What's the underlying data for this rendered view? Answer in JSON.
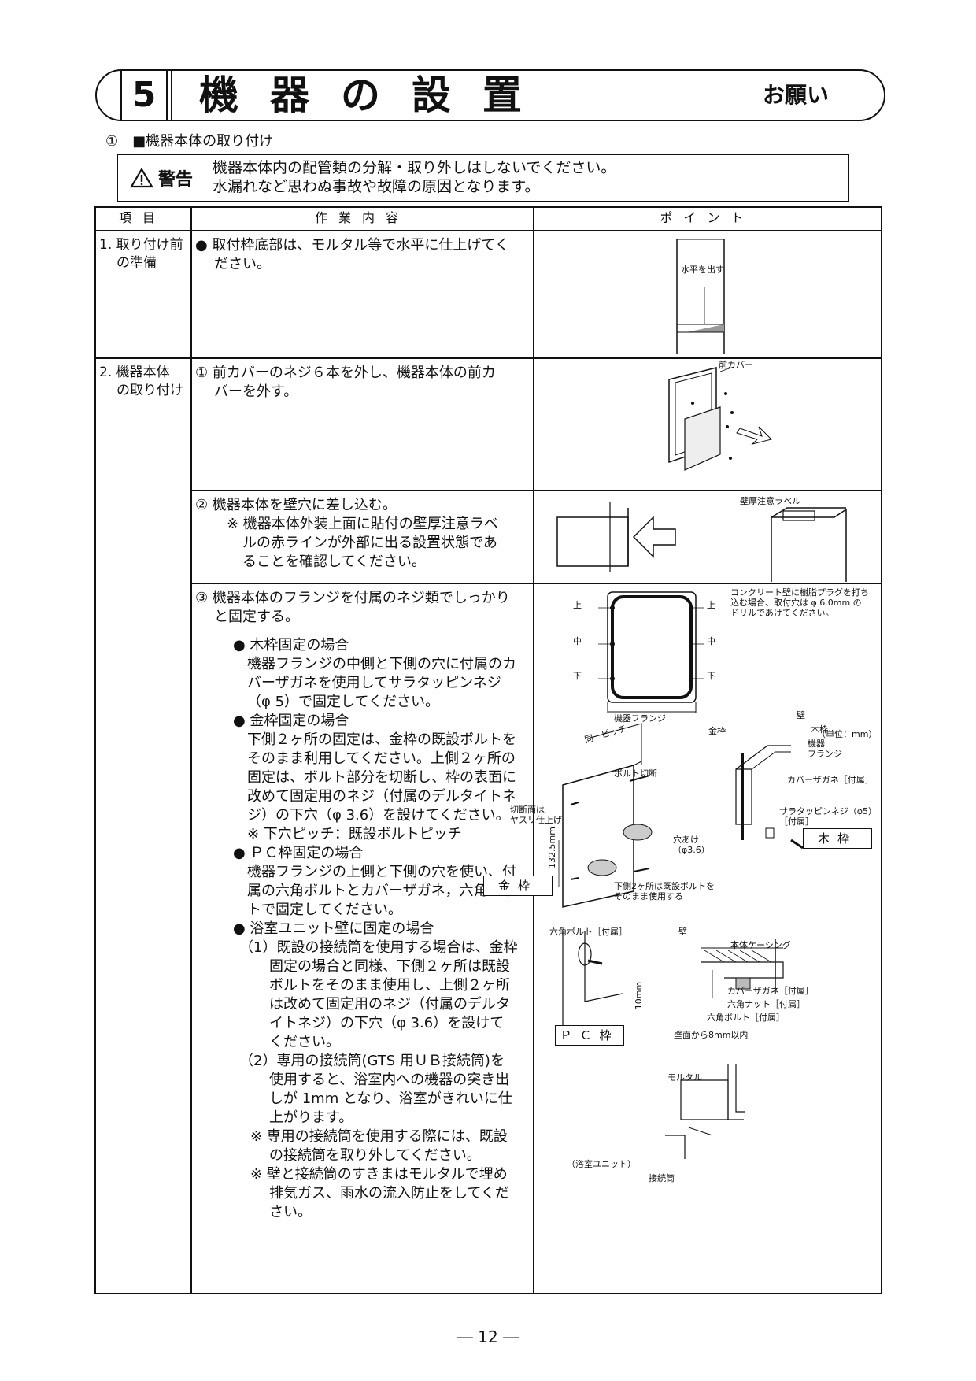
{
  "header": {
    "section_number": "5",
    "title": "機器の設置",
    "note": "お願い"
  },
  "subheading": "①　■機器本体の取り付け",
  "warning": {
    "label": "警告",
    "line1": "機器本体内の配管類の分解・取り外しはしないでください。",
    "line2": "水漏れなど思わぬ事故や故障の原因となります。"
  },
  "table_header": {
    "item": "項目",
    "work": "作業内容",
    "point": "ポイント"
  },
  "rows": {
    "r1": {
      "item_l1": "1. 取り付け前",
      "item_l2": "の準備",
      "work_l1": "● 取付枠底部は、モルタル等で水平に仕上げてく",
      "work_l2": "ださい。",
      "fig_label": "水平を出す"
    },
    "r2": {
      "item_l1": "2. 機器本体",
      "item_l2": "の取り付け",
      "step1_l1": "① 前カバーのネジ６本を外し、機器本体の前カ",
      "step1_l2": "バーを外す。",
      "step1_fig_label": "前カバー",
      "step2_l1": "② 機器本体を壁穴に差し込む。",
      "step2_n1": "※ 機器本体外装上面に貼付の壁厚注意ラベ",
      "step2_n2": "ルの赤ラインが外部に出る設置状態であ",
      "step2_n3": "ることを確認してください。",
      "step2_fig_label": "壁厚注意ラベル",
      "step3": {
        "l1": "③ 機器本体のフランジを付属のネジ類でしっかり",
        "l2": "と固定する。",
        "wood_h": "● 木枠固定の場合",
        "wood_1": "機器フランジの中側と下側の穴に付属のカ",
        "wood_2": "バーザガネを使用してサラタッピンネジ",
        "wood_3": "（φ 5）で固定してください。",
        "metal_h": "● 金枠固定の場合",
        "metal_1": "下側２ヶ所の固定は、金枠の既設ボルトを",
        "metal_2": "そのまま利用してください。上側２ヶ所の",
        "metal_3": "固定は、ボルト部分を切断し、枠の表面に",
        "metal_4": "改めて固定用のネジ（付属のデルタイトネ",
        "metal_5": "ジ）の下穴（φ 3.6）を設けてください。",
        "metal_6": "※ 下穴ピッチ：既設ボルトピッチ",
        "pc_h": "● ＰＣ枠固定の場合",
        "pc_1": "機器フランジの上側と下側の穴を使い、付",
        "pc_2": "属の六角ボルトとカバーザガネ，六角ナッ",
        "pc_3": "トで固定してください。",
        "bath_h": "● 浴室ユニット壁に固定の場合",
        "bath1_1": "（1）既設の接続筒を使用する場合は、金枠",
        "bath1_2": "固定の場合と同様、下側２ヶ所は既設",
        "bath1_3": "ボルトをそのまま使用し、上側２ヶ所",
        "bath1_4": "は改めて固定用のネジ（付属のデルタ",
        "bath1_5": "イトネジ）の下穴（φ 3.6）を設けて",
        "bath1_6": "ください。",
        "bath2_1": "（2）専用の接続筒(GTS 用ＵＢ接続筒)を",
        "bath2_2": "使用すると、浴室内への機器の突き出",
        "bath2_3": "しが 1mm となり、浴室がきれいに仕",
        "bath2_4": "上がります。",
        "note1_1": "※ 専用の接続筒を使用する際には、既設",
        "note1_2": "の接続筒を取り外してください。",
        "note2_1": "※ 壁と接続筒のすきまはモルタルで埋め",
        "note2_2": "排気ガス、雨水の流入防止をしてくだ",
        "note2_3": "さい。"
      },
      "fig3": {
        "upper": "上",
        "middle": "中",
        "lower": "下",
        "flange": "機器フランジ",
        "concrete_1": "コンクリート壁に樹脂プラグを打ち",
        "concrete_2": "込む場合、取付穴は φ 6.0mm の",
        "concrete_3": "ドリルであけてください。",
        "unit": "（単位：mm）",
        "wall": "壁",
        "wood_frame": "木枠",
        "kiki": "機器",
        "flange_short": "フランジ",
        "metal_frame": "金枠",
        "same_pitch": "同一ピッチ",
        "bolt_cut": "ボルト切断",
        "cut_face_1": "切断面は",
        "cut_face_2": "ヤスリ仕上げ",
        "cover_washer": "カバーザガネ［付属］",
        "screw_1": "サラタッピンネジ（φ5）",
        "screw_2": "［付属］",
        "hole_1": "穴あけ",
        "hole_2": "（φ3.6）",
        "dim": "132.5mm",
        "bottom_1": "下側2ヶ所は既設ボルトを",
        "bottom_2": "そのまま使用する",
        "box_wood": "木枠",
        "box_metal": "金枠"
      },
      "fig4": {
        "hex_bolt": "六角ボルト［付属］",
        "wall": "壁",
        "casing": "本体ケーシング",
        "cover_washer": "カバーザガネ［付属］",
        "hex_nut": "六角ナット［付属］",
        "hex_bolt2": "六角ボルト［付属］",
        "ten_mm": "10mm",
        "within": "壁面から8mm以内",
        "box_pc": "ＰＣ枠",
        "mortar": "モルタル",
        "bath_unit": "（浴室ユニット）",
        "connector": "接続筒"
      }
    }
  },
  "page_number": "― 12 ―"
}
